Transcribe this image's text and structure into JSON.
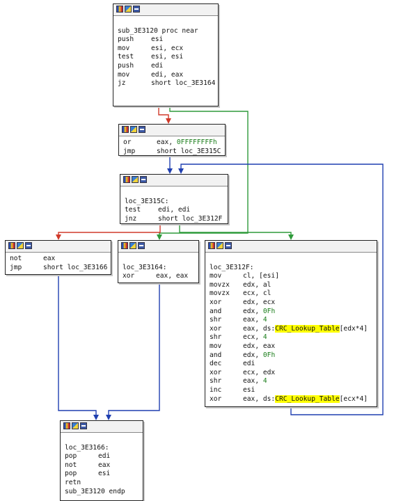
{
  "nodes": [
    {
      "id": "n1",
      "lines": [
        {
          "op": ""
        },
        {
          "op": "",
          "args": "sub_3E3120 proc near"
        },
        {
          "op": "push",
          "args": "esi"
        },
        {
          "op": "mov",
          "args": "esi, ecx"
        },
        {
          "op": "test",
          "args": "esi, esi"
        },
        {
          "op": "push",
          "args": "edi"
        },
        {
          "op": "mov",
          "args": "edi, eax"
        },
        {
          "op": "jz",
          "args": "short loc_3E3164"
        }
      ]
    },
    {
      "id": "n2",
      "lines": [
        {
          "op": "or",
          "args": "eax, ",
          "num": "0FFFFFFFFh"
        },
        {
          "op": "jmp",
          "args": "short loc_3E315C"
        }
      ]
    },
    {
      "id": "n3",
      "lines": [
        {
          "op": ""
        },
        {
          "op": "",
          "args": "loc_3E315C:"
        },
        {
          "op": "test",
          "args": "edi, edi"
        },
        {
          "op": "jnz",
          "args": "short loc_3E312F"
        }
      ]
    },
    {
      "id": "n4",
      "lines": [
        {
          "op": "not",
          "args": "eax"
        },
        {
          "op": "jmp",
          "args": "short loc_3E3166"
        }
      ]
    },
    {
      "id": "n5",
      "lines": [
        {
          "op": ""
        },
        {
          "op": "",
          "args": "loc_3E3164:"
        },
        {
          "op": "xor",
          "args": "eax, eax"
        }
      ]
    },
    {
      "id": "n6",
      "lines": [
        {
          "op": ""
        },
        {
          "op": "",
          "args": "loc_3E312F:"
        },
        {
          "op": "mov",
          "args": "cl, [esi]"
        },
        {
          "op": "movzx",
          "args": "edx, al"
        },
        {
          "op": "movzx",
          "args": "ecx, cl"
        },
        {
          "op": "xor",
          "args": "edx, ecx"
        },
        {
          "op": "and",
          "args": "edx, ",
          "num": "0Fh"
        },
        {
          "op": "shr",
          "args": "eax, ",
          "num": "4"
        },
        {
          "op": "xor",
          "args": "eax, ds:",
          "hl": "CRC_Lookup_Table",
          "tail": "[edx*4]"
        },
        {
          "op": "shr",
          "args": "ecx, ",
          "num": "4"
        },
        {
          "op": "mov",
          "args": "edx, eax"
        },
        {
          "op": "and",
          "args": "edx, ",
          "num": "0Fh"
        },
        {
          "op": "dec",
          "args": "edi"
        },
        {
          "op": "xor",
          "args": "ecx, edx"
        },
        {
          "op": "shr",
          "args": "eax, ",
          "num": "4"
        },
        {
          "op": "inc",
          "args": "esi"
        },
        {
          "op": "xor",
          "args": "eax, ds:",
          "hl": "CRC_Lookup_Table",
          "tail": "[ecx*4]"
        }
      ]
    },
    {
      "id": "n7",
      "lines": [
        {
          "op": ""
        },
        {
          "op": "",
          "args": "loc_3E3166:"
        },
        {
          "op": "pop",
          "args": "edi"
        },
        {
          "op": "not",
          "args": "eax"
        },
        {
          "op": "pop",
          "args": "esi"
        },
        {
          "op": "retn",
          "args": ""
        },
        {
          "op": "",
          "args": "sub_3E3120 endp"
        }
      ]
    }
  ],
  "header_icons": [
    "graph-overview-icon",
    "color-palette-icon",
    "text-view-icon"
  ],
  "edge_colors": {
    "false_branch": "#d03a2a",
    "true_branch": "#2e9a3a",
    "unconditional": "#1f3fb0"
  }
}
